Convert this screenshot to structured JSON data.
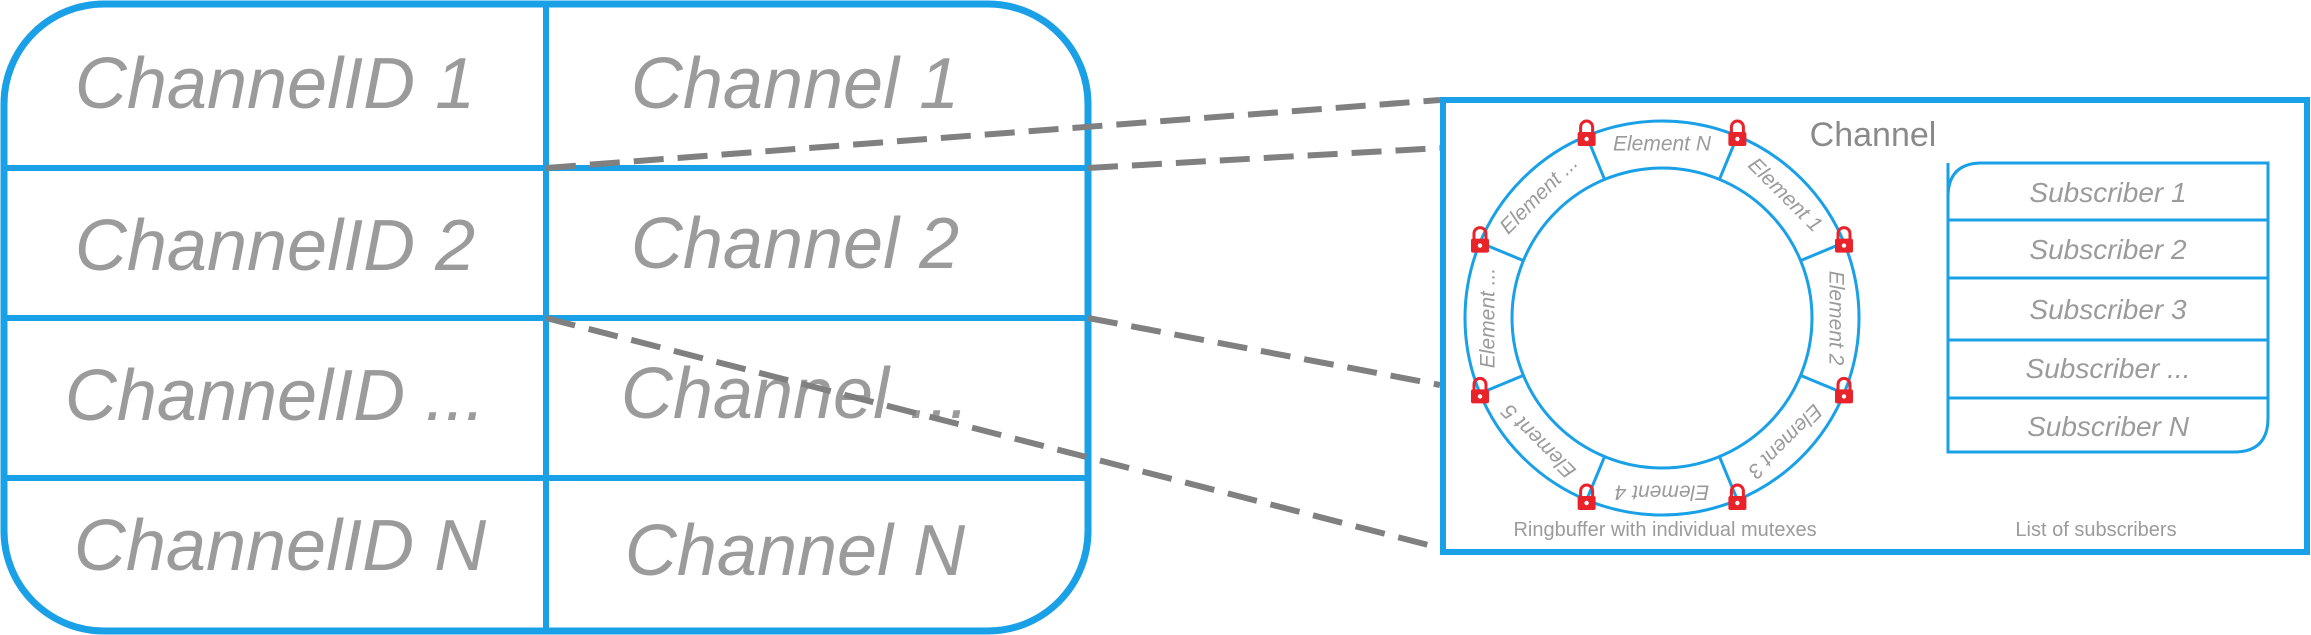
{
  "table": {
    "rows": [
      {
        "id": "ChannelID 1",
        "channel": "Channel 1"
      },
      {
        "id": "ChannelID 2",
        "channel": "Channel 2"
      },
      {
        "id": "ChannelID ...",
        "channel": "Channel ..."
      },
      {
        "id": "ChannelID N",
        "channel": "Channel N"
      }
    ]
  },
  "channel_box": {
    "title": "Channel",
    "ring_caption": "Ringbuffer with individual mutexes",
    "list_caption": "List of subscribers",
    "ring_elements": [
      "Element 1",
      "Element 2",
      "Element 3",
      "Element 4",
      "Element 5",
      "Element ...",
      "Element ...",
      "Element N"
    ],
    "subscribers": [
      "Subscriber 1",
      "Subscriber 2",
      "Subscriber 3",
      "Subscriber ...",
      "Subscriber N"
    ]
  },
  "colors": {
    "accent": "#1aa0e6",
    "lock": "#e8232a",
    "text": "#9b9b9b",
    "connector": "#808080"
  },
  "icons": {
    "mutex": "padlock-icon"
  }
}
